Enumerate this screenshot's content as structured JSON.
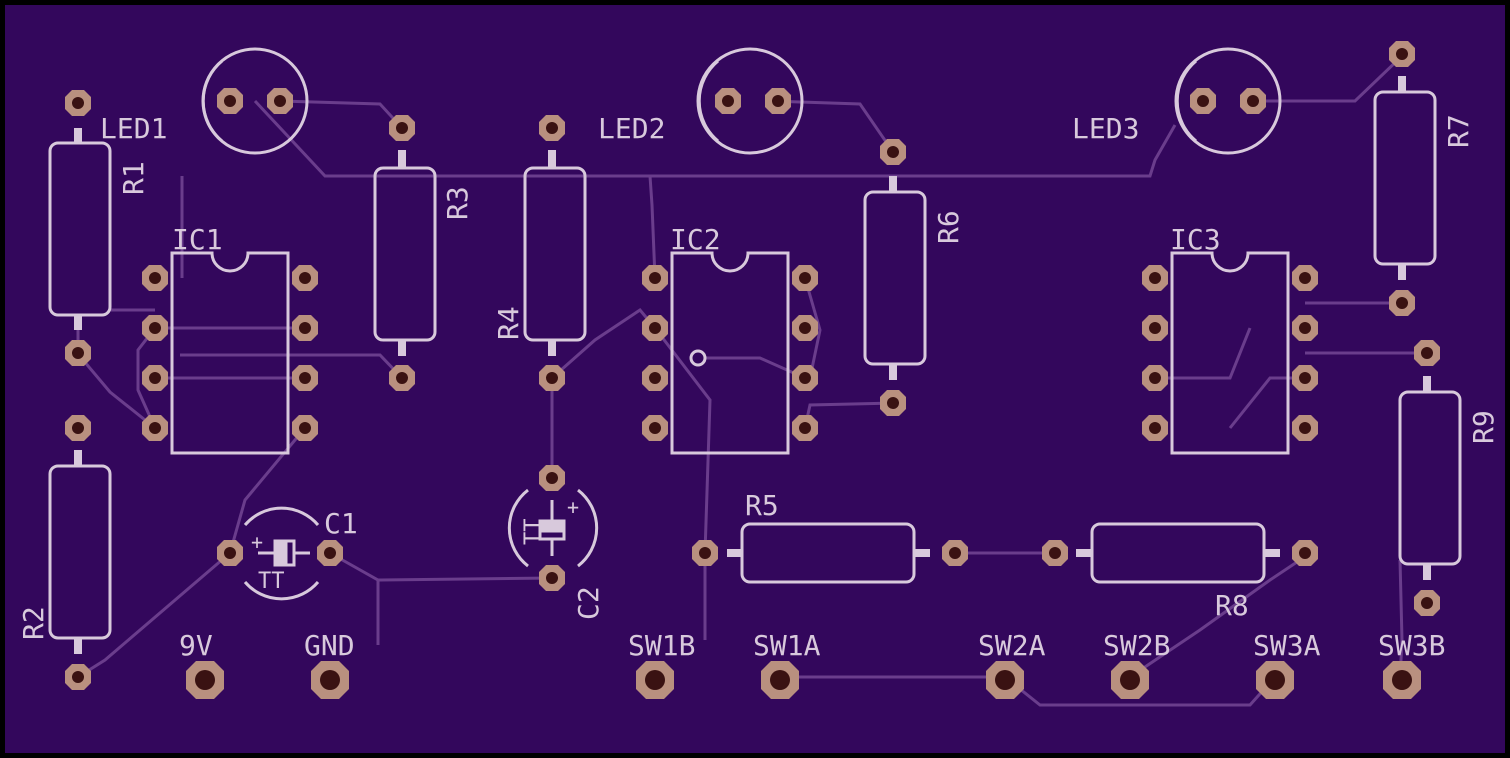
{
  "board": {
    "background": "#000000",
    "substrate_color": "#33075c",
    "silkscreen_color": "#d8c9dc",
    "trace_color": "#6a3d8c",
    "pad_color": "#b9907f",
    "hole_color": "#3a1212"
  },
  "labels": {
    "led1": "LED1",
    "led2": "LED2",
    "led3": "LED3",
    "r1": "R1",
    "r2": "R2",
    "r3": "R3",
    "r4": "R4",
    "r5": "R5",
    "r6": "R6",
    "r7": "R7",
    "r8": "R8",
    "r9": "R9",
    "ic1": "IC1",
    "ic2": "IC2",
    "ic3": "IC3",
    "c1": "C1",
    "c2": "C2"
  },
  "terminals": {
    "v9": "9V",
    "gnd": "GND",
    "sw1b": "SW1B",
    "sw1a": "SW1A",
    "sw2a": "SW2A",
    "sw2b": "SW2B",
    "sw3a": "SW3A",
    "sw3b": "SW3B"
  }
}
